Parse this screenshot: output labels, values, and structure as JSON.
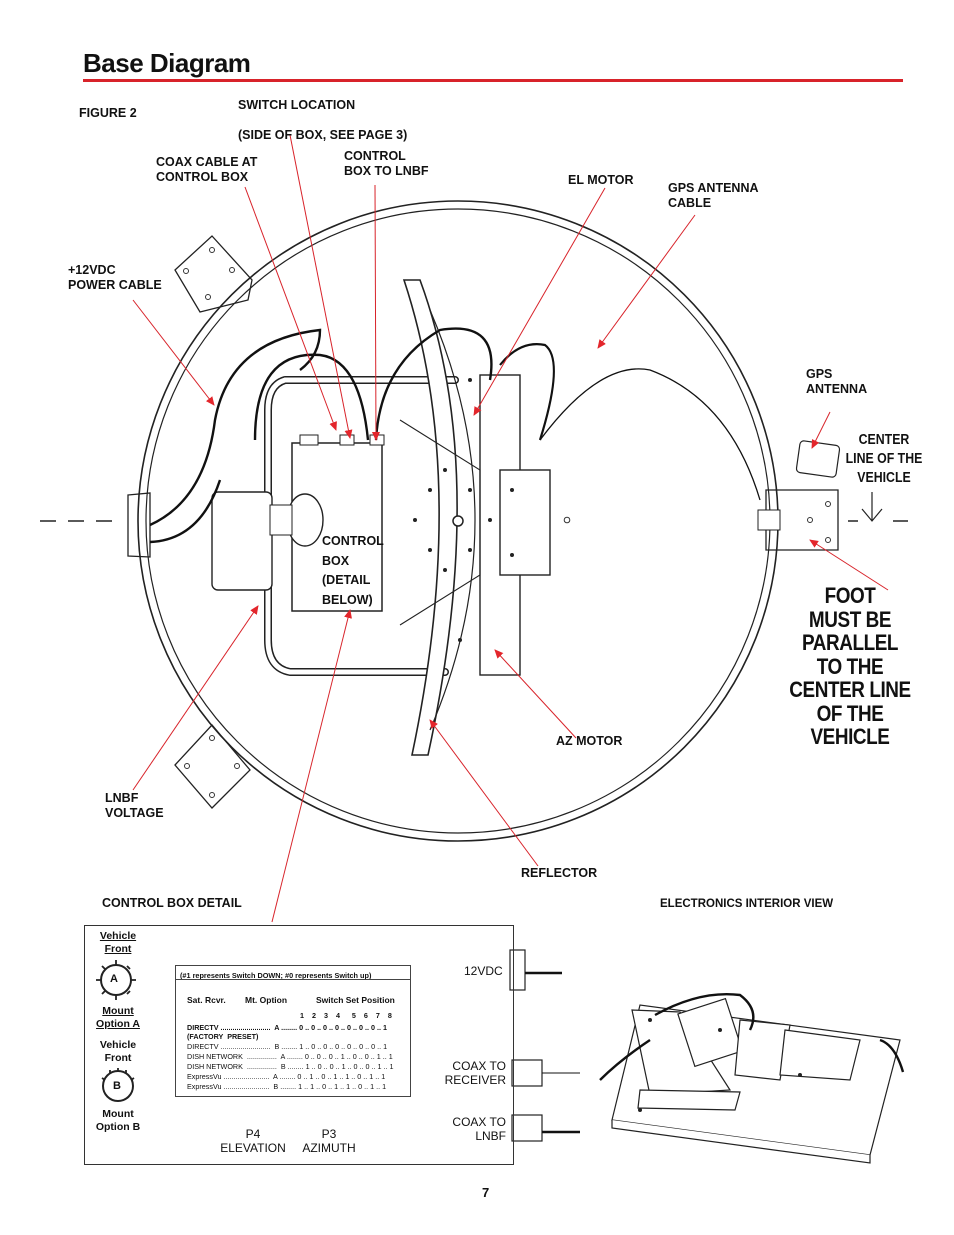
{
  "page": {
    "title": "Base Diagram",
    "figure_label": "FIGURE 2",
    "page_number": "7",
    "accent_color": "#d8232a"
  },
  "callouts": {
    "switch_location": "SWITCH LOCATION\n\n(SIDE OF BOX, SEE PAGE 3)",
    "coax_cable": "COAX CABLE AT\nCONTROL BOX",
    "control_box_lnbf": "CONTROL\nBOX TO LNBF",
    "el_motor": "EL MOTOR",
    "gps_antenna_cable": "GPS ANTENNA\nCABLE",
    "power_cable": "+12VDC\nPOWER CABLE",
    "gps_antenna": "GPS\nANTENNA",
    "center_line": "CENTER\nLINE OF THE\nVEHICLE",
    "control_box": "CONTROL\nBOX\n(DETAIL\nBELOW)",
    "foot_note": "FOOT\nMUST BE\nPARALLEL\nTO THE\nCENTER LINE\nOF THE\nVEHICLE",
    "az_motor": "AZ MOTOR",
    "lnbf_voltage": "LNBF\nVOLTAGE",
    "reflector": "REFLECTOR"
  },
  "control_box_detail": {
    "heading": "CONTROL BOX DETAIL",
    "vehicle_front_a": "Vehicle\nFront",
    "mount_a_letter": "A",
    "mount_a": "Mount\nOption A",
    "vehicle_front_b": "Vehicle\nFront",
    "mount_b_letter": "B",
    "mount_b": "Mount\nOption B",
    "switch_note": "(#1 represents Switch DOWN; #0 represents  Switch up)",
    "col_receiver": "Sat. Rcvr.",
    "col_mount": "Mt. Option",
    "col_switch": "Switch Set Position",
    "switch_numbers": "1    2    3    4      5    6    7    8",
    "rows": [
      "DIRECTV .........................  A ........ 0 .. 0 .. 0 .. 0 .. 0 .. 0 .. 0 .. 1",
      "(FACTORY  PRESET)",
      "DIRECTV .........................  B ........ 1 .. 0 .. 0 .. 0 .. 0 .. 0 .. 0 .. 1",
      "DISH NETWORK  ...............  A ........ 0 .. 0 .. 0 .. 1 .. 0 .. 0 .. 1 .. 1",
      "DISH NETWORK  ...............  B ........ 1 .. 0 .. 0 .. 1 .. 0 .. 0 .. 1 .. 1",
      "ExpressVu .......................  A ........ 0 .. 1 .. 0 .. 1 .. 1 .. 0 .. 1 .. 1",
      "ExpressVu .......................  B ........ 1 .. 1 .. 0 .. 1 .. 1 .. 0 .. 1 .. 1"
    ],
    "p4": "P4\nELEVATION",
    "p3": "P3\nAZIMUTH",
    "port_12vdc": "12VDC",
    "port_receiver": "COAX TO\nRECEIVER",
    "port_lnbf": "COAX TO\nLNBF"
  },
  "electronics": {
    "heading": "ELECTRONICS INTERIOR VIEW"
  }
}
